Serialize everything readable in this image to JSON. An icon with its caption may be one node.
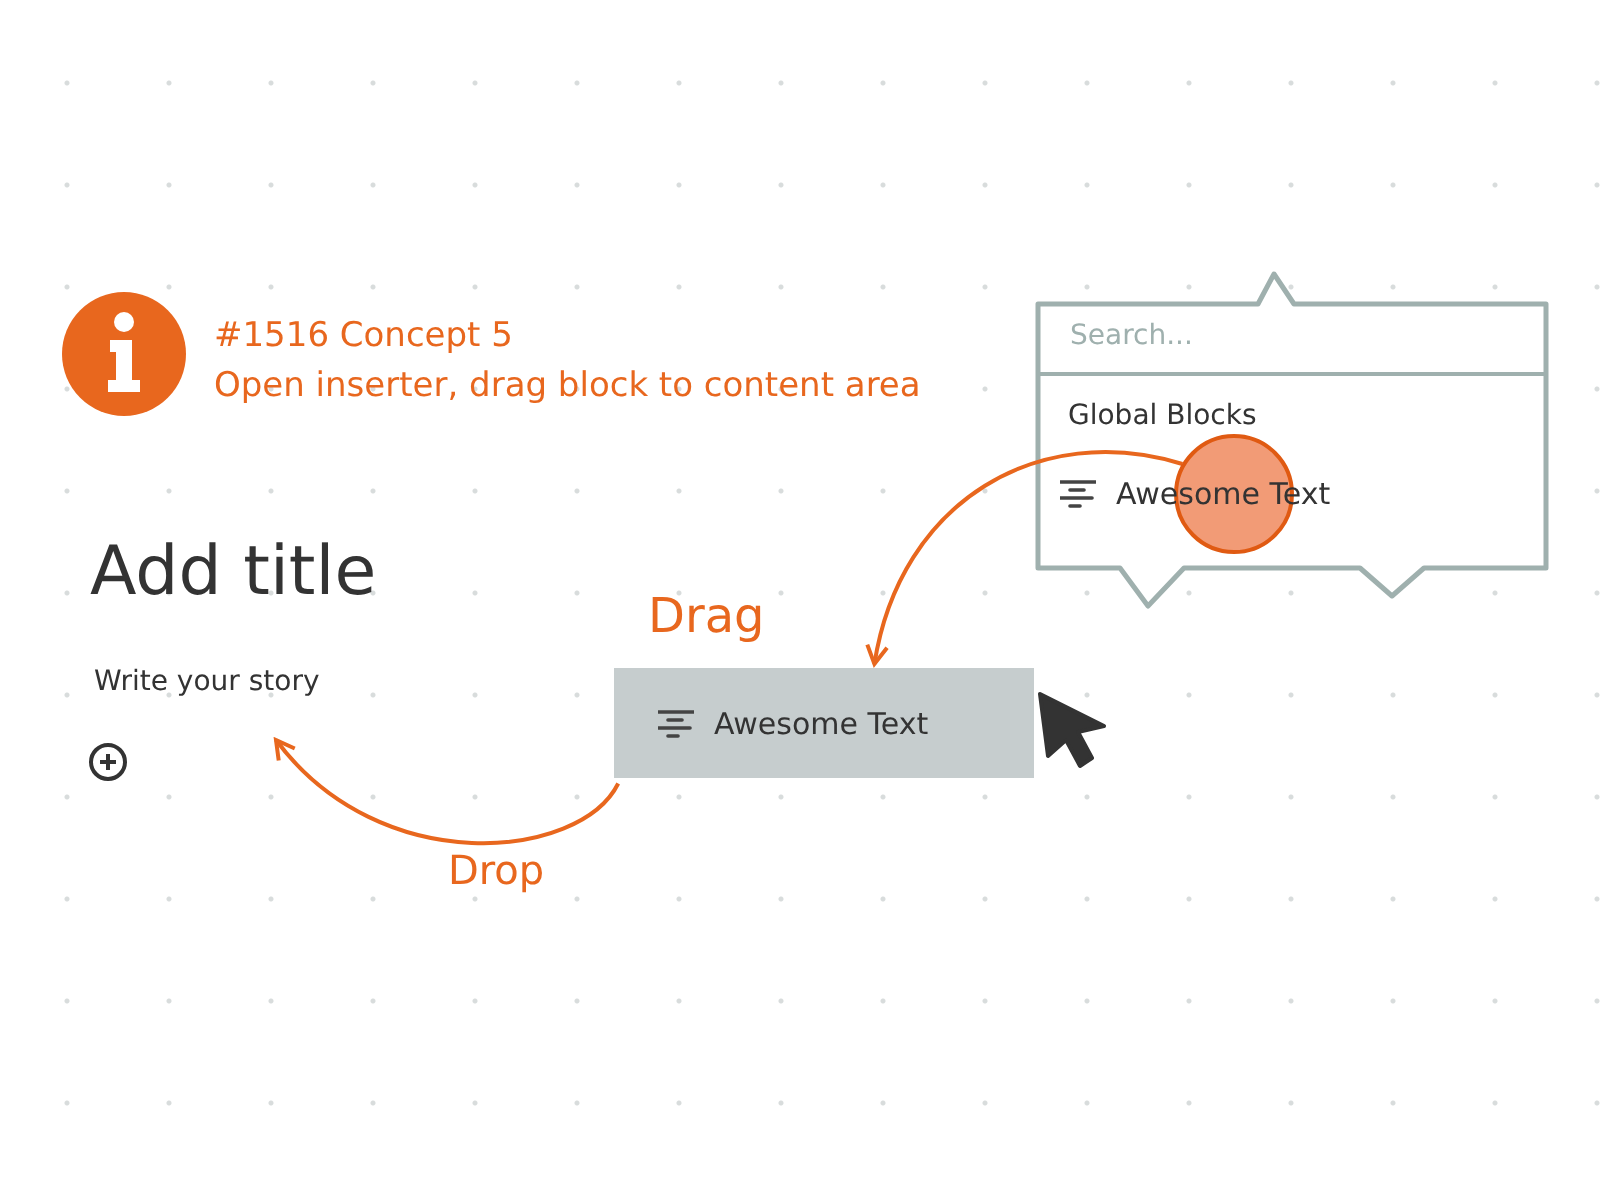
{
  "diagram": {
    "nodes": [
      {
        "text": [
          "Global Blocks"
        ]
      },
      {
        "text": [
          "Search..."
        ],
        "in": 0
      },
      {
        "text": [
          "Awesome Text"
        ],
        "in": 0
      },
      {
        "text": [],
        "shape": "circle",
        "in": 0
      },
      {
        "text": [
          "Awesome Text"
        ],
        "beside": [
          "Drag"
        ]
      }
    ],
    "edges": [
      {
        "from": 3,
        "to": 4,
        "arrow": "to",
        "color": "#e8671e"
      },
      {
        "from": 4,
        "to": null,
        "arrow": "to",
        "label": "Drop",
        "color": "#e8671e"
      }
    ],
    "labels": [
      "#1516 Concept 5",
      "Open inserter, drag block to content area",
      "Add title",
      "Write your story"
    ]
  }
}
